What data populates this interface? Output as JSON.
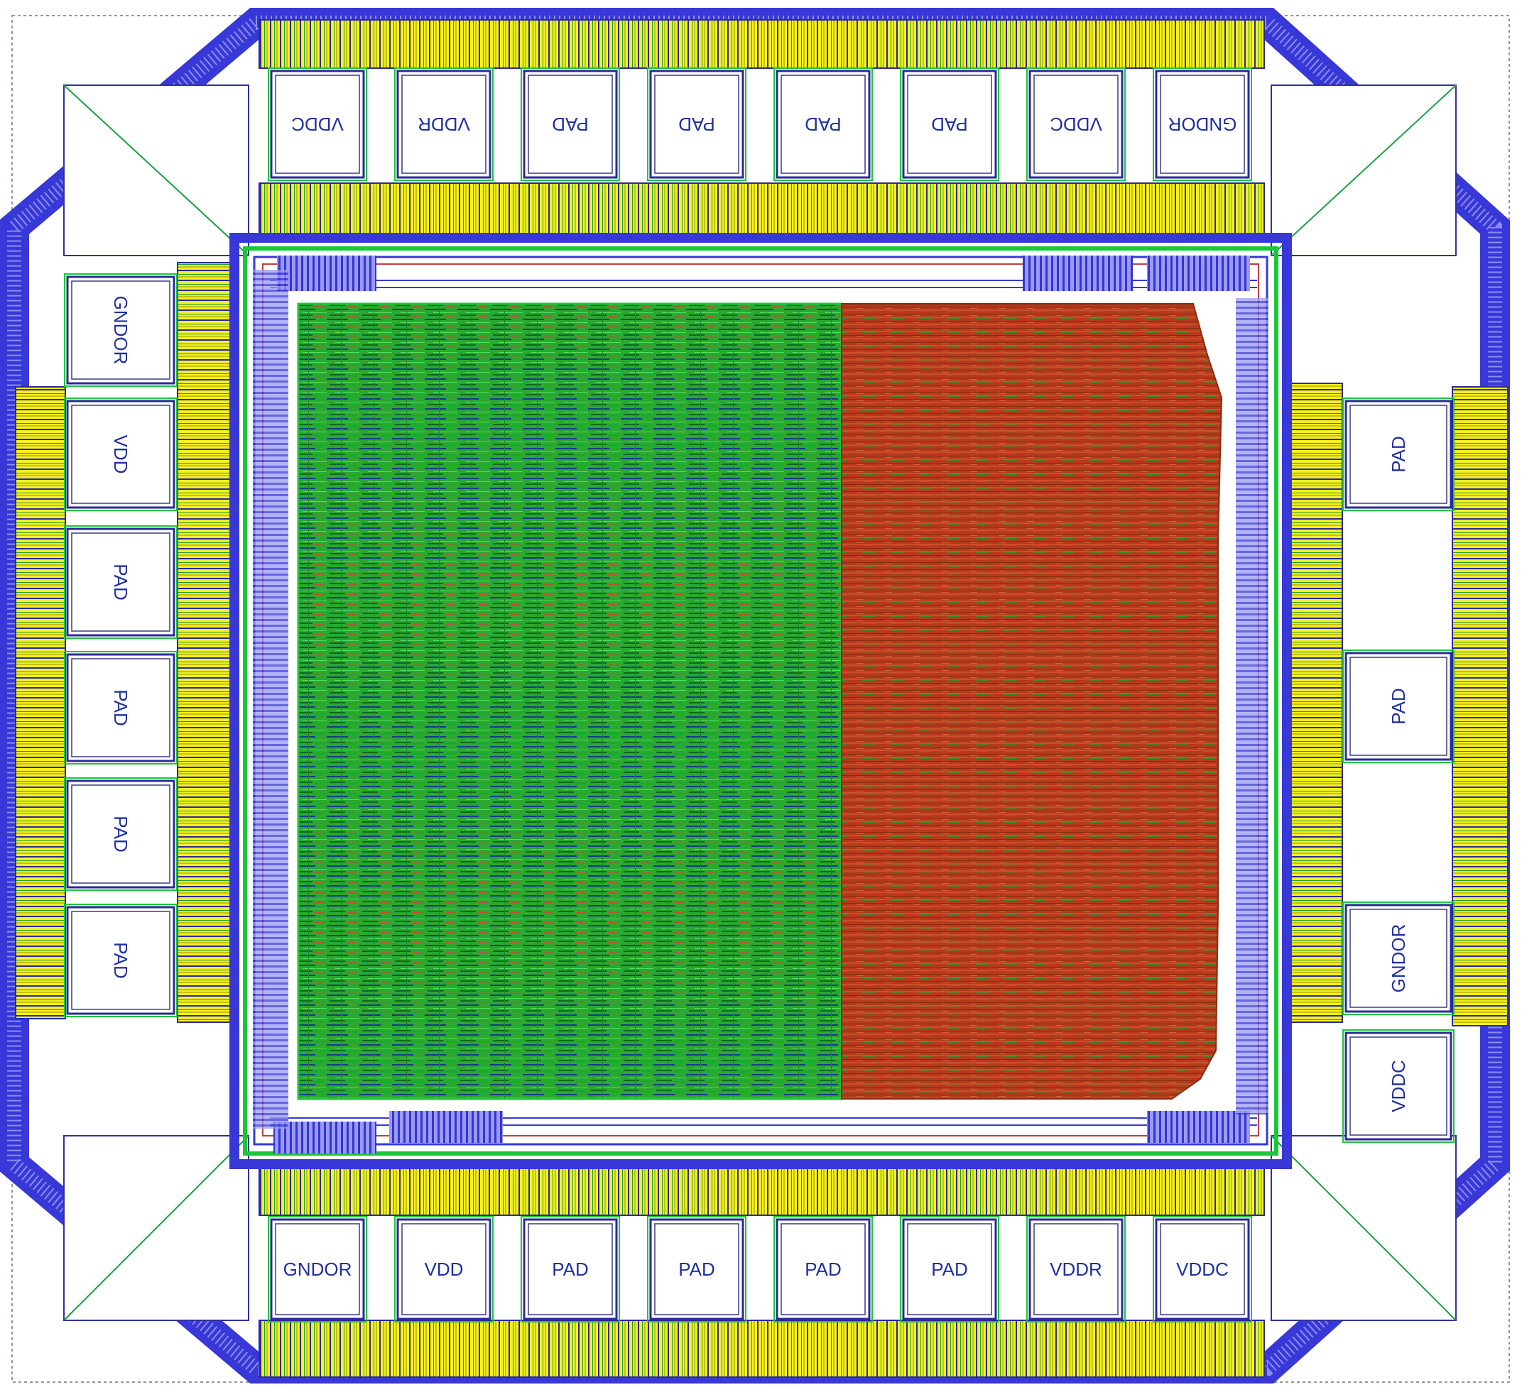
{
  "colors": {
    "background": "#ffffff",
    "metal_blue": "#3838d8",
    "metal_blue_fill": "#8c8cf0",
    "metal_green": "#18c838",
    "esd_yellow": "#f0f020",
    "logic_green": "#2aa830",
    "sram_red": "#b83a1c",
    "outline": "#2a2a9a",
    "label": "#2030a0"
  },
  "pads": {
    "top": [
      "VDDC",
      "VDDR",
      "PAD",
      "PAD",
      "PAD",
      "PAD",
      "VDDC",
      "GNDOR"
    ],
    "bottom": [
      "GNDOR",
      "VDD",
      "PAD",
      "PAD",
      "PAD",
      "PAD",
      "VDDR",
      "VDDC"
    ],
    "left": [
      "GNDOR",
      "VDD",
      "PAD",
      "PAD",
      "PAD",
      "PAD"
    ],
    "right": [
      "PAD",
      "PAD",
      "GNDOR",
      "VDDC"
    ]
  }
}
